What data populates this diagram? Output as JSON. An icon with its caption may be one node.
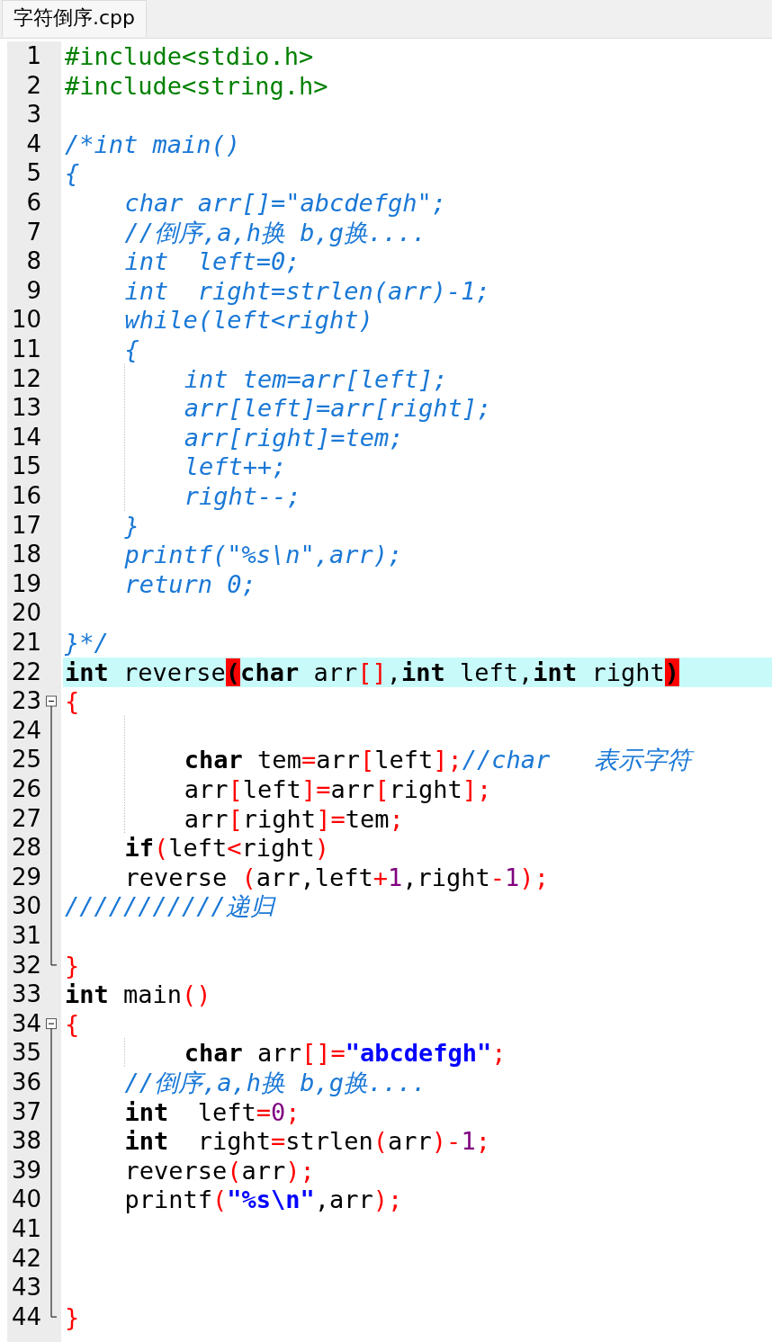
{
  "diagram": {
    "title": "字符倒序.cpp",
    "labels": [
      "1",
      "#include<stdio.h>",
      "2",
      "#include<string.h>",
      "3",
      "4",
      "/*int main()",
      "5",
      "{",
      "6",
      "char arr[]=\"abcdefgh\";",
      "7",
      "//倒序,a,h换 b,g换....",
      "8",
      "int  left=0;",
      "9",
      "int  right=strlen(arr)-1;",
      "10",
      "while(left<right)",
      "11",
      "{",
      "12",
      "int tem=arr[left];",
      "13",
      "arr[left]=arr[right];",
      "14",
      "arr[right]=tem;",
      "15",
      "left++;",
      "16",
      "right--;",
      "17",
      "}",
      "18",
      "printf(\"%s\\n\",arr);",
      "19",
      "return 0;",
      "20",
      "21",
      "}*/",
      "22",
      "**int** reverse(**char** arr[],**int** left,**int** right)",
      "23",
      "{",
      "24",
      "25",
      "**char** tem=arr[left];//char   表示字符",
      "26",
      "arr[left]=arr[right];",
      "27",
      "arr[right]=tem;",
      "28",
      "**if**(left<right)",
      "29",
      "reverse (arr,left+1,right-1);",
      "30",
      "///////////递归",
      "31",
      "32",
      "}",
      "33",
      "**int** main()",
      "34",
      "{",
      "35",
      "**char** arr[]=\"abcdefgh\";",
      "36",
      "//倒序,a,h换 b,g换....",
      "37",
      "**int**  left=0;",
      "38",
      "**int**  right=strlen(arr)-1;",
      "39",
      "reverse(arr);",
      "40",
      "printf(\"%s\\n\",arr);",
      "41",
      "42",
      "43",
      "44",
      "}"
    ]
  }
}
